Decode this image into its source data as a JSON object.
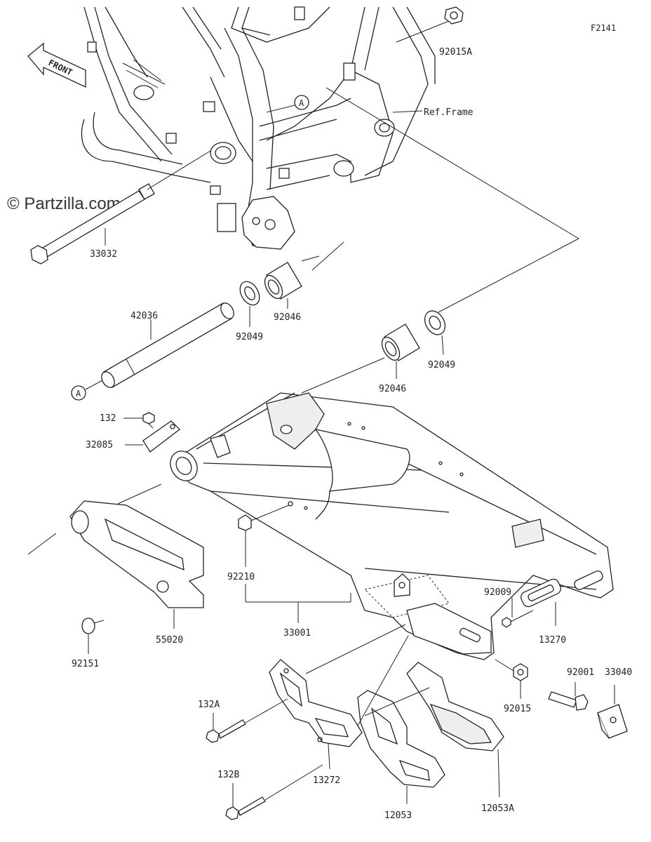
{
  "diagram": {
    "code": "F2141",
    "watermark": "© Partzilla.com",
    "front_arrow_label": "FRONT",
    "ref_frame_label": "Ref.Frame",
    "callout_a": "A",
    "parts": [
      {
        "id": "p-92015a",
        "label": "92015A"
      },
      {
        "id": "p-33032",
        "label": "33032"
      },
      {
        "id": "p-42036",
        "label": "42036"
      },
      {
        "id": "p-92049-left",
        "label": "92049"
      },
      {
        "id": "p-92046-left",
        "label": "92046"
      },
      {
        "id": "p-92049-right",
        "label": "92049"
      },
      {
        "id": "p-92046-right",
        "label": "92046"
      },
      {
        "id": "p-132",
        "label": "132"
      },
      {
        "id": "p-32085",
        "label": "32085"
      },
      {
        "id": "p-92210",
        "label": "92210"
      },
      {
        "id": "p-33001",
        "label": "33001"
      },
      {
        "id": "p-92009",
        "label": "92009"
      },
      {
        "id": "p-13270",
        "label": "13270"
      },
      {
        "id": "p-55020",
        "label": "55020"
      },
      {
        "id": "p-92151",
        "label": "92151"
      },
      {
        "id": "p-92015",
        "label": "92015"
      },
      {
        "id": "p-92001",
        "label": "92001"
      },
      {
        "id": "p-33040",
        "label": "33040"
      },
      {
        "id": "p-132a",
        "label": "132A"
      },
      {
        "id": "p-132b",
        "label": "132B"
      },
      {
        "id": "p-13272",
        "label": "13272"
      },
      {
        "id": "p-12053",
        "label": "12053"
      },
      {
        "id": "p-12053a",
        "label": "12053A"
      }
    ]
  }
}
